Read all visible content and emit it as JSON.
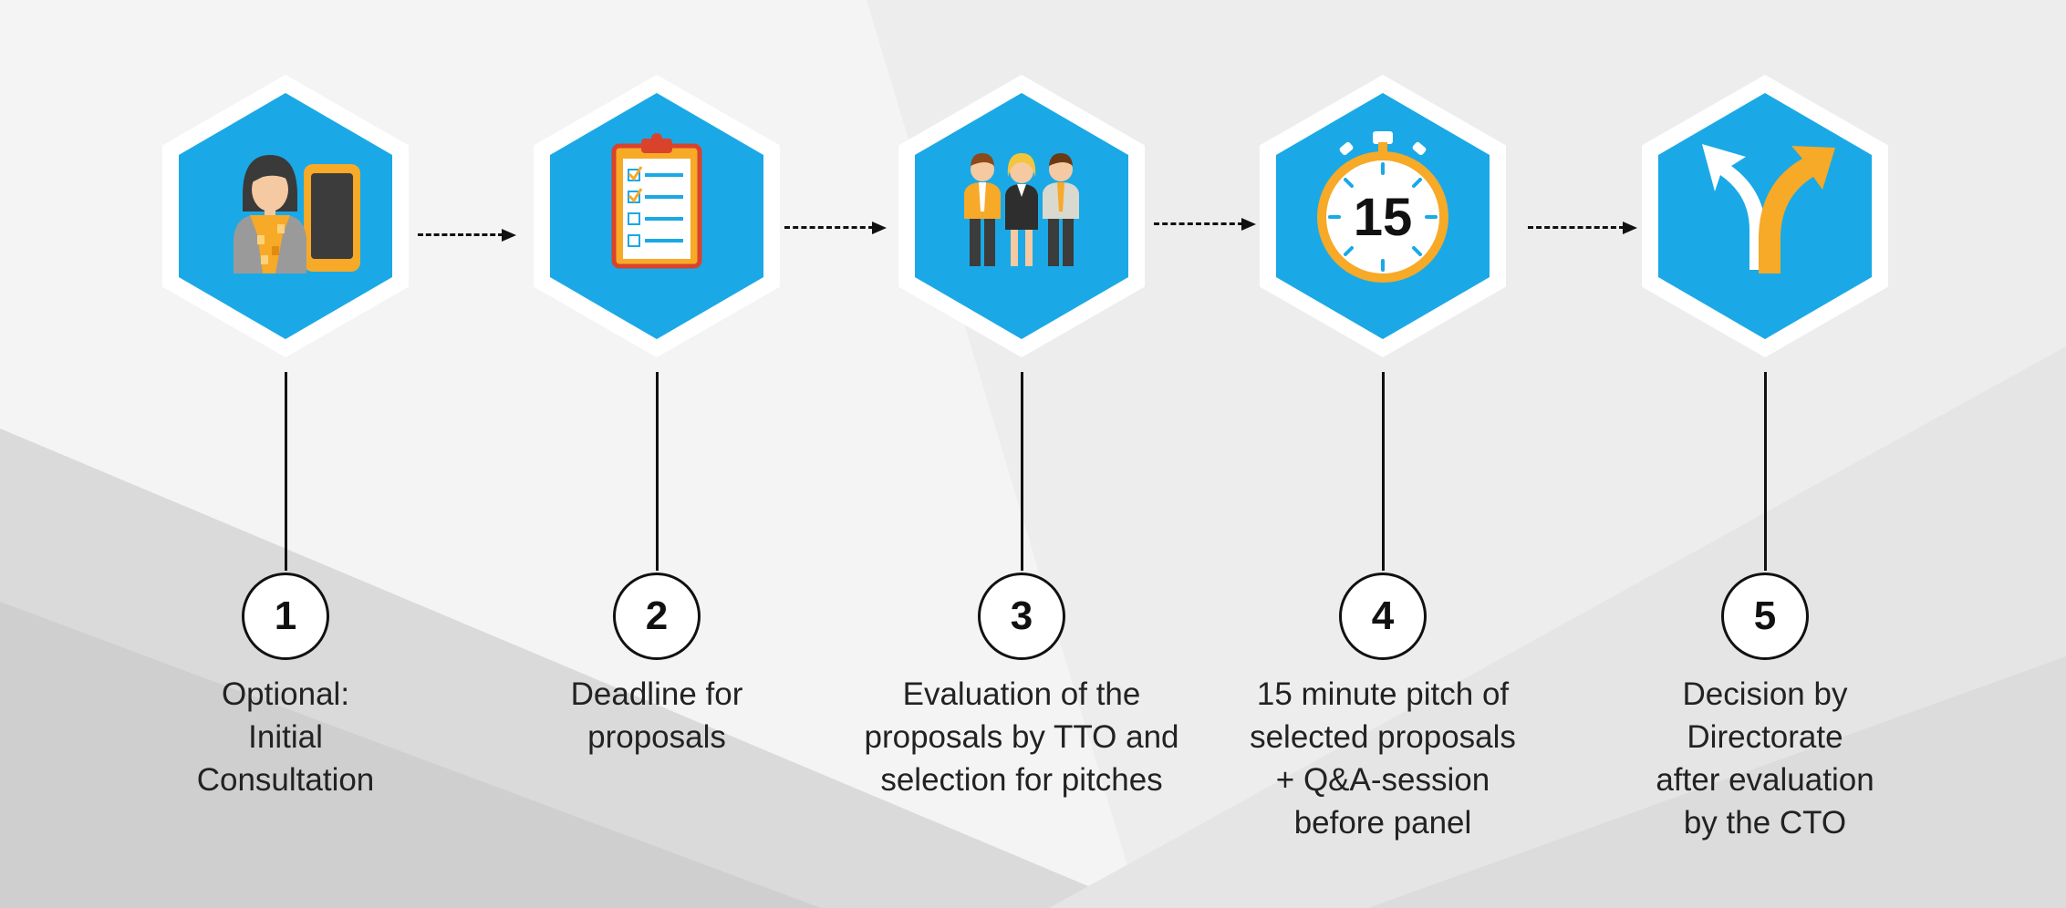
{
  "colors": {
    "hex_fill": "#1aa9e6",
    "hex_border": "#ffffff",
    "accent_orange": "#f7a928",
    "line": "#111111"
  },
  "steps": [
    {
      "number": "1",
      "icon": "person-with-phone-icon",
      "label_lines": [
        "Optional:",
        "Initial",
        "Consultation"
      ]
    },
    {
      "number": "2",
      "icon": "clipboard-checklist-icon",
      "label_lines": [
        "Deadline for",
        "proposals"
      ]
    },
    {
      "number": "3",
      "icon": "evaluation-team-icon",
      "label_lines": [
        "Evaluation of the",
        "proposals by TTO and",
        "selection for pitches"
      ]
    },
    {
      "number": "4",
      "icon": "stopwatch-icon",
      "stopwatch_value": "15",
      "label_lines": [
        "15 minute pitch of",
        "selected proposals",
        "+ Q&A-session",
        "before panel"
      ]
    },
    {
      "number": "5",
      "icon": "decision-arrows-icon",
      "label_lines": [
        "Decision by",
        "Directorate",
        "after evaluation",
        "by the CTO"
      ]
    }
  ]
}
